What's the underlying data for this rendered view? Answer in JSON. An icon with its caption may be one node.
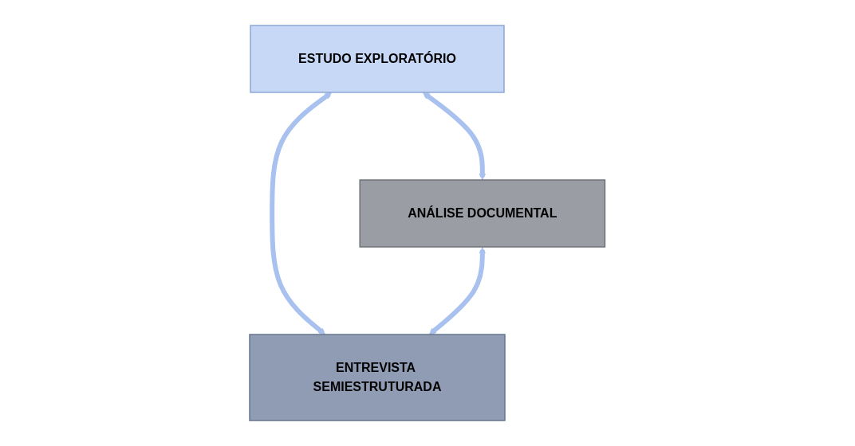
{
  "diagram": {
    "nodes": [
      {
        "text": [
          "ESTUDO EXPLORATÓRIO"
        ]
      },
      {
        "text": [
          "ANÁLISE DOCUMENTAL"
        ]
      },
      {
        "text": [
          "ENTREVISTA SEMIESTRUTURADA"
        ]
      }
    ],
    "edges": [
      {
        "from": 0,
        "to": 1,
        "arrow": "both"
      },
      {
        "from": 0,
        "to": 2,
        "arrow": "both"
      },
      {
        "from": 1,
        "to": 2,
        "arrow": "both"
      }
    ]
  }
}
